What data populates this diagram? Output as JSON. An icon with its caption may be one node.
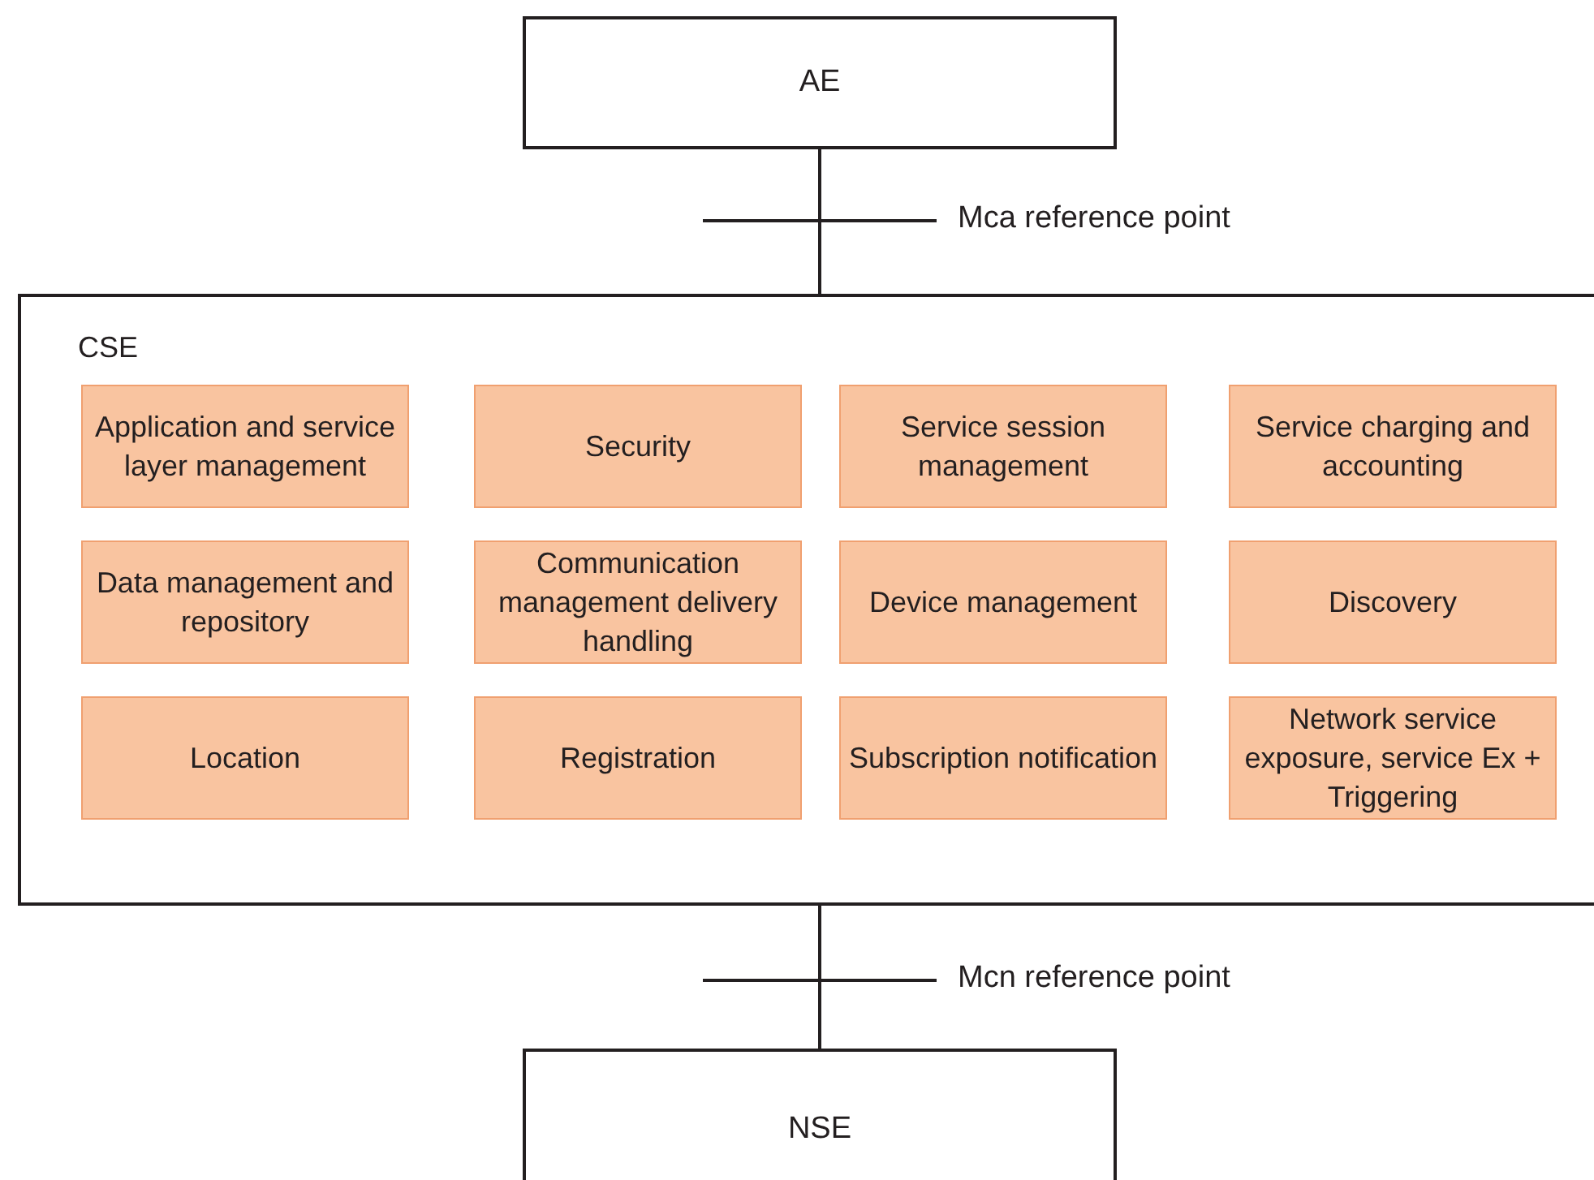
{
  "diagram": {
    "nodes": [
      {
        "text": [
          "AE"
        ]
      },
      {
        "text": [
          "CSE"
        ]
      },
      {
        "text": [
          "Application and service layer management"
        ],
        "in": 1
      },
      {
        "text": [
          "Security"
        ],
        "in": 1
      },
      {
        "text": [
          "Service session management"
        ],
        "in": 1
      },
      {
        "text": [
          "Service charging and accounting"
        ],
        "in": 1
      },
      {
        "text": [
          "Data management and repository"
        ],
        "in": 1
      },
      {
        "text": [
          "Communication management delivery handling"
        ],
        "in": 1
      },
      {
        "text": [
          "Device management"
        ],
        "in": 1
      },
      {
        "text": [
          "Discovery"
        ],
        "in": 1
      },
      {
        "text": [
          "Location"
        ],
        "in": 1
      },
      {
        "text": [
          "Registration"
        ],
        "in": 1
      },
      {
        "text": [
          "Subscription notification"
        ],
        "in": 1
      },
      {
        "text": [
          "Network service exposure, service Ex + Triggering"
        ],
        "in": 1
      },
      {
        "text": [
          "NSE"
        ]
      }
    ],
    "edges": [
      {
        "from": 0,
        "to": 1,
        "arrow": "none"
      },
      {
        "from": 1,
        "to": 14,
        "arrow": "none"
      }
    ],
    "labels": [
      "Mca reference point",
      "Mcn reference point"
    ]
  }
}
